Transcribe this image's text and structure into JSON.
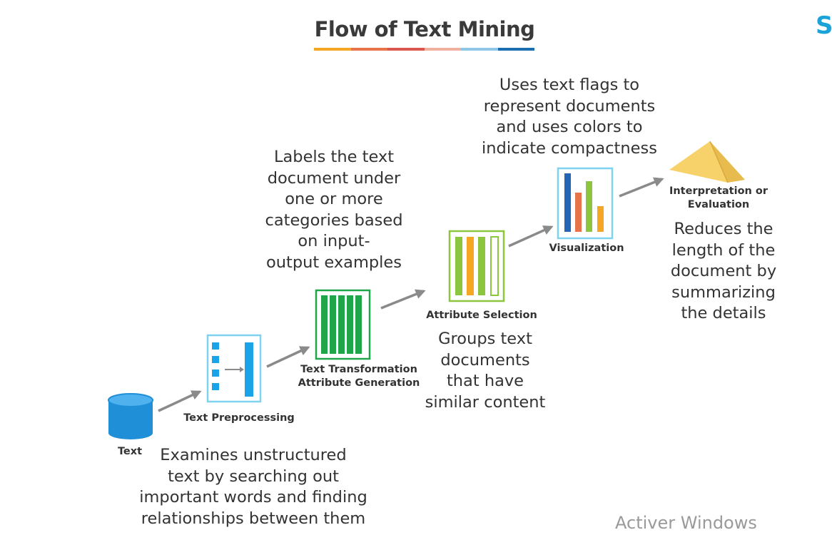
{
  "title": "Flow of Text Mining",
  "title_underline_colors": [
    "#f5a623",
    "#e8734a",
    "#d9574f",
    "#f0b0a0",
    "#8fc6e8",
    "#1a6fb3"
  ],
  "corner_letter": "S",
  "watermark": "Activer Windows",
  "colors": {
    "arrow": "#8a8a8a",
    "db_blue": "#1f8fd8",
    "preprocess_blue": "#1aa3e8",
    "icon_frame": "#7fd3f0",
    "green": "#1fa64a",
    "bar_green": "#8cc63f",
    "bar_orange": "#f5a623",
    "bar_blue": "#2466b5",
    "bar_red": "#e8734a",
    "pyramid_yellow": "#f7d26a"
  },
  "steps": {
    "text": {
      "label": "Text",
      "icon": "database-icon"
    },
    "preprocessing": {
      "label": "Text Preprocessing",
      "icon": "preprocessing-icon"
    },
    "transformation": {
      "label_line1": "Text Transformation",
      "label_line2": "Attribute Generation",
      "icon": "columns-icon"
    },
    "selection": {
      "label": "Attribute Selection",
      "icon": "selection-bars-icon"
    },
    "visualization": {
      "label": "Visualization",
      "icon": "bar-chart-icon"
    },
    "interpretation": {
      "label_line1": "Interpretation or",
      "label_line2": "Evaluation",
      "icon": "pyramid-icon"
    }
  },
  "descriptions": {
    "text": "Examines unstructured\ntext by searching out\nimportant words and finding\nrelationships between them",
    "transformation": "Labels the text\ndocument under\none or more\ncategories based\non input-\noutput examples",
    "selection": "Groups text\ndocuments\nthat have\nsimilar content",
    "visualization": "Uses text flags to\nrepresent documents\nand uses colors to\nindicate compactness",
    "interpretation": "Reduces the\nlength of the\ndocument by\nsummarizing\nthe details"
  }
}
